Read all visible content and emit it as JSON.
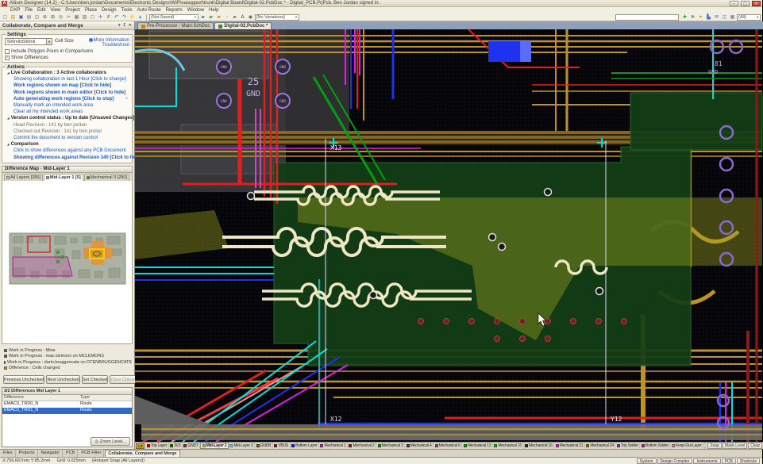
{
  "titlebar": {
    "title": "Altium Designer (14.2) - C:\\Users\\ben.jordan\\Documents\\Electronic Designs\\WIP\\nasupport\\trunk\\Digital Board\\Digital-02.PcbDoc * - Digital_PCB.PrjPcb. Ben Jordan signed in.",
    "app_icon": "A",
    "minimize": "–",
    "maximize": "▢",
    "close": "✕"
  },
  "menubar": {
    "items": [
      "DXP",
      "File",
      "Edit",
      "View",
      "Project",
      "Place",
      "Design",
      "Tools",
      "Auto Route",
      "Reports",
      "Window",
      "Help"
    ]
  },
  "toolbar": {
    "icons": [
      {
        "name": "new-document-icon",
        "glyph": "▢",
        "color": "#7a7a6a"
      },
      {
        "name": "open-document-icon",
        "glyph": "▧",
        "color": "#c89a20"
      },
      {
        "name": "save-icon",
        "glyph": "▣",
        "color": "#3a5aa8"
      },
      {
        "name": "print-icon",
        "glyph": "▤",
        "color": "#6a7a8a"
      },
      {
        "name": "print-preview-icon",
        "glyph": "◫",
        "color": "#6a7a8a"
      },
      {
        "name": "zoom-fit-icon",
        "glyph": "⊕",
        "color": "#4a6a4a"
      },
      {
        "name": "zoom-area-icon",
        "glyph": "⊞",
        "color": "#4a6a4a"
      },
      {
        "name": "zoom-selected-icon",
        "glyph": "◎",
        "color": "#4a6a4a"
      },
      {
        "name": "cut-icon",
        "glyph": "✂",
        "color": "#6a6a6a"
      },
      {
        "name": "copy-icon",
        "glyph": "▦",
        "color": "#6a6a6a"
      },
      {
        "name": "paste-icon",
        "glyph": "▨",
        "color": "#8a6a3a"
      },
      {
        "name": "select-icon",
        "glyph": "◻",
        "color": "#5a5a5a"
      },
      {
        "name": "move-icon",
        "glyph": "✛",
        "color": "#5a5a8a"
      },
      {
        "name": "clear-filter-icon",
        "glyph": "✗",
        "color": "#b04030"
      },
      {
        "name": "undo-icon",
        "glyph": "↶",
        "color": "#3a6ab8"
      },
      {
        "name": "redo-icon",
        "glyph": "↷",
        "color": "#3a6ab8"
      },
      {
        "name": "wire-icon",
        "glyph": "⚡",
        "color": "#d07818"
      },
      {
        "name": "drc-icon",
        "glyph": "▲",
        "color": "#4a88c8"
      }
    ],
    "not_saved": "(Not Saved)",
    "collab_icons": [
      {
        "name": "vault-icon",
        "glyph": "▰",
        "color": "#3a6ad0"
      },
      {
        "name": "commit-icon",
        "glyph": "▰",
        "color": "#2a9a2a"
      },
      {
        "name": "update-icon",
        "glyph": "▰",
        "color": "#e08020"
      },
      {
        "name": "refresh-icon",
        "glyph": "◔",
        "color": "#c8a020"
      },
      {
        "name": "history-icon",
        "glyph": "▰",
        "color": "#8a6a4a"
      },
      {
        "name": "annotate-icon",
        "glyph": "A",
        "color": "#333333"
      },
      {
        "name": "snapshot-icon",
        "glyph": "◉",
        "color": "#5a5a5a"
      }
    ],
    "no_variations": "[No Variations]",
    "right_icons": [
      {
        "name": "add-icon",
        "glyph": "✚",
        "color": "#2a9a2a"
      },
      {
        "name": "settings-gear-icon",
        "glyph": "✱",
        "color": "#888888"
      },
      {
        "name": "pin-icon",
        "glyph": "✦",
        "color": "#e08020"
      },
      {
        "name": "chart-icon",
        "glyph": "▙",
        "color": "#4a6ad0"
      },
      {
        "name": "mail-icon",
        "glyph": "✉",
        "color": "#6a6a6a"
      },
      {
        "name": "layout-icon",
        "glyph": "◫",
        "color": "#4a88c8"
      },
      {
        "name": "grid-icon",
        "glyph": "▦",
        "color": "#6a6a8a"
      }
    ],
    "all_value": "(All)"
  },
  "editor_tabs": [
    {
      "label": "Pre-Processor - Main.SchDoc",
      "color": "#D87818",
      "active": false,
      "name": "tab-preprocessor-main-schdoc"
    },
    {
      "label": "Digital-02.PcbDoc *",
      "color": "#3a8a3a",
      "active": true,
      "name": "tab-digital-02-pcbdoc"
    }
  ],
  "panel": {
    "title": "Collaborate, Compare and Merge",
    "header_icons": {
      "menu": "▾",
      "pin": "↧",
      "close": "✕"
    },
    "settings": {
      "group_label": "Settings",
      "cell_size_value": "500milx500mil",
      "cell_size_label": "Cell Size",
      "more_info": "More Information",
      "troubleshoot": "Troubleshoot",
      "info_glyph": "i",
      "checkbox_pours": "Include Polygon Pours in Comparisons",
      "checkbox_diffs": "Show Differences",
      "check_glyph": "✓"
    },
    "actions": {
      "group_label": "Actions",
      "rows": [
        {
          "kind": "header",
          "text": "Live Collaboration : 3 Active collaborators"
        },
        {
          "kind": "link",
          "text": "Showing collaboration in last 1 Hour [Click to change]"
        },
        {
          "kind": "linkbold",
          "text": "Work regions shown on map [Click to hide]"
        },
        {
          "kind": "linkbold",
          "text": "Work regions shown in main editor [Click to hide]"
        },
        {
          "kind": "linkbold",
          "text": "Auto generating work regions [Click to stop]",
          "icon_glyph": "◔",
          "icon_color": "#555555",
          "name": "auto-generate-spinner-icon"
        },
        {
          "kind": "link",
          "text": "Manually mark an intended work area"
        },
        {
          "kind": "link",
          "text": "Clear all my intended work areas"
        },
        {
          "kind": "header",
          "text": "Version control status : Up to date [Unsaved Changes]",
          "icon_glyph": "↻",
          "icon_color": "#18A018",
          "name": "vcs-refresh-icon"
        },
        {
          "kind": "gray",
          "text": "Head Revision : 141 by ben.jordan"
        },
        {
          "kind": "gray",
          "text": "Checked out Revision : 141 by ben.jordan"
        },
        {
          "kind": "link",
          "text": "Commit the document to version control"
        },
        {
          "kind": "header",
          "text": "Comparison"
        },
        {
          "kind": "link",
          "text": "Click to show differences against any PCB Document"
        },
        {
          "kind": "linkbold",
          "text": "Showing differences against Revision 140 [Click to hide]"
        }
      ]
    },
    "diffmap": {
      "title": "Difference Map - Mid-Layer 1",
      "tabs": [
        {
          "label": "All Layers [285]",
          "color": "transparent",
          "active": false
        },
        {
          "label": "Mid-Layer 1 [5]",
          "color": "#D8A018",
          "active": true
        },
        {
          "label": "Mechanical 3 [280]",
          "color": "#00A000",
          "active": false
        }
      ]
    },
    "legend": [
      {
        "label": "Work in Progress : Mine",
        "color": "#00B000"
      },
      {
        "label": "Work in Progress : max.clemons on MCLEMONS",
        "color": "#B01690"
      },
      {
        "label": "Work in Progress : darin.bruggencate on DTENBRUGGENCATE",
        "color": "#E02020"
      },
      {
        "label": "Difference : Cells changed",
        "color": "#FF8C00"
      }
    ],
    "buttons": [
      {
        "label": "Previous Unchecked",
        "disabled": false,
        "name": "previous-unchecked-button"
      },
      {
        "label": "Next Unchecked",
        "disabled": false,
        "name": "next-unchecked-button"
      },
      {
        "label": "Set Checked",
        "disabled": false,
        "name": "set-checked-button"
      },
      {
        "label": "Clear Checked",
        "disabled": true,
        "name": "clear-checked-button"
      }
    ],
    "table": {
      "title": "3/2 Differences Mid Layer 1",
      "col_difference": "Difference",
      "col_type": "Type",
      "rows": [
        {
          "diff": "EMAC0_TRD0_N",
          "type": "Route",
          "active": false
        },
        {
          "diff": "EMAC0_TRD1_N",
          "type": "Route",
          "active": true
        }
      ],
      "zoom_button": "Zoom Level...",
      "zoom_icon": "◎"
    },
    "bottom_tabs": [
      {
        "label": "Files",
        "active": false
      },
      {
        "label": "Projects",
        "active": false
      },
      {
        "label": "Navigator",
        "active": false
      },
      {
        "label": "PCB",
        "active": false
      },
      {
        "label": "PCB Filter",
        "active": false
      },
      {
        "label": "Collaborate, Compare and Merge",
        "active": true
      }
    ]
  },
  "pcb": {
    "labels": {
      "comp_num": "25",
      "comp_gnd": "GND",
      "pad_gnd": "GND",
      "ref81": "81",
      "ref81_gnd": "GND",
      "x13": "X13",
      "x12": "X12",
      "y12": "Y12"
    }
  },
  "layer_bar": {
    "ls": "LS",
    "layers": [
      {
        "label": "Top Layer",
        "color": "#E00000",
        "active": false
      },
      {
        "label": "3V3",
        "color": "#008000",
        "active": false
      },
      {
        "label": "GNDT",
        "color": "#803030",
        "active": false
      },
      {
        "label": "Mid-Layer 1",
        "color": "#BDB76B",
        "active": true
      },
      {
        "label": "Mid-Layer 2",
        "color": "#7EC8E8",
        "active": false
      },
      {
        "label": "GNDB",
        "color": "#706020",
        "active": false
      },
      {
        "label": "VBUS",
        "color": "#A02020",
        "active": false
      },
      {
        "label": "Bottom Layer",
        "color": "#2020E0",
        "active": false
      },
      {
        "label": "Mechanical 1",
        "color": "#C020C0",
        "active": false
      },
      {
        "label": "Mechanical 2",
        "color": "#902020",
        "active": false
      },
      {
        "label": "Mechanical 3",
        "color": "#00A000",
        "active": false
      },
      {
        "label": "Mechanical 4",
        "color": "#404040",
        "active": false
      },
      {
        "label": "Mechanical 6",
        "color": "#806080",
        "active": false
      },
      {
        "label": "Mechanical 13",
        "color": "#00A000",
        "active": false
      },
      {
        "label": "Mechanical 15",
        "color": "#00C000",
        "active": false
      },
      {
        "label": "Mechanical 16",
        "color": "#303030",
        "active": false
      },
      {
        "label": "Mechanical 21",
        "color": "#E020E0",
        "active": false
      },
      {
        "label": "Mechanical 24",
        "color": "#808000",
        "active": false
      },
      {
        "label": "Top Solder",
        "color": "#8040C0",
        "active": false
      },
      {
        "label": "Bottom Solder",
        "color": "#C02090",
        "active": false
      },
      {
        "label": "Keep-Out Layer",
        "color": "#E080C0",
        "active": false
      }
    ],
    "arrows": "‹ ›",
    "buttons": [
      "Snap",
      "Mask Level",
      "Clear"
    ]
  },
  "statusbar": {
    "coords": "X:756.667mm Y:85.2mm",
    "grid": "Grid: 0.025mm",
    "snap": "(Hotspot Snap (All Layers))",
    "buttons": [
      "System",
      "Design Compiler",
      "Instruments",
      "PCB",
      "Shortcuts"
    ]
  }
}
